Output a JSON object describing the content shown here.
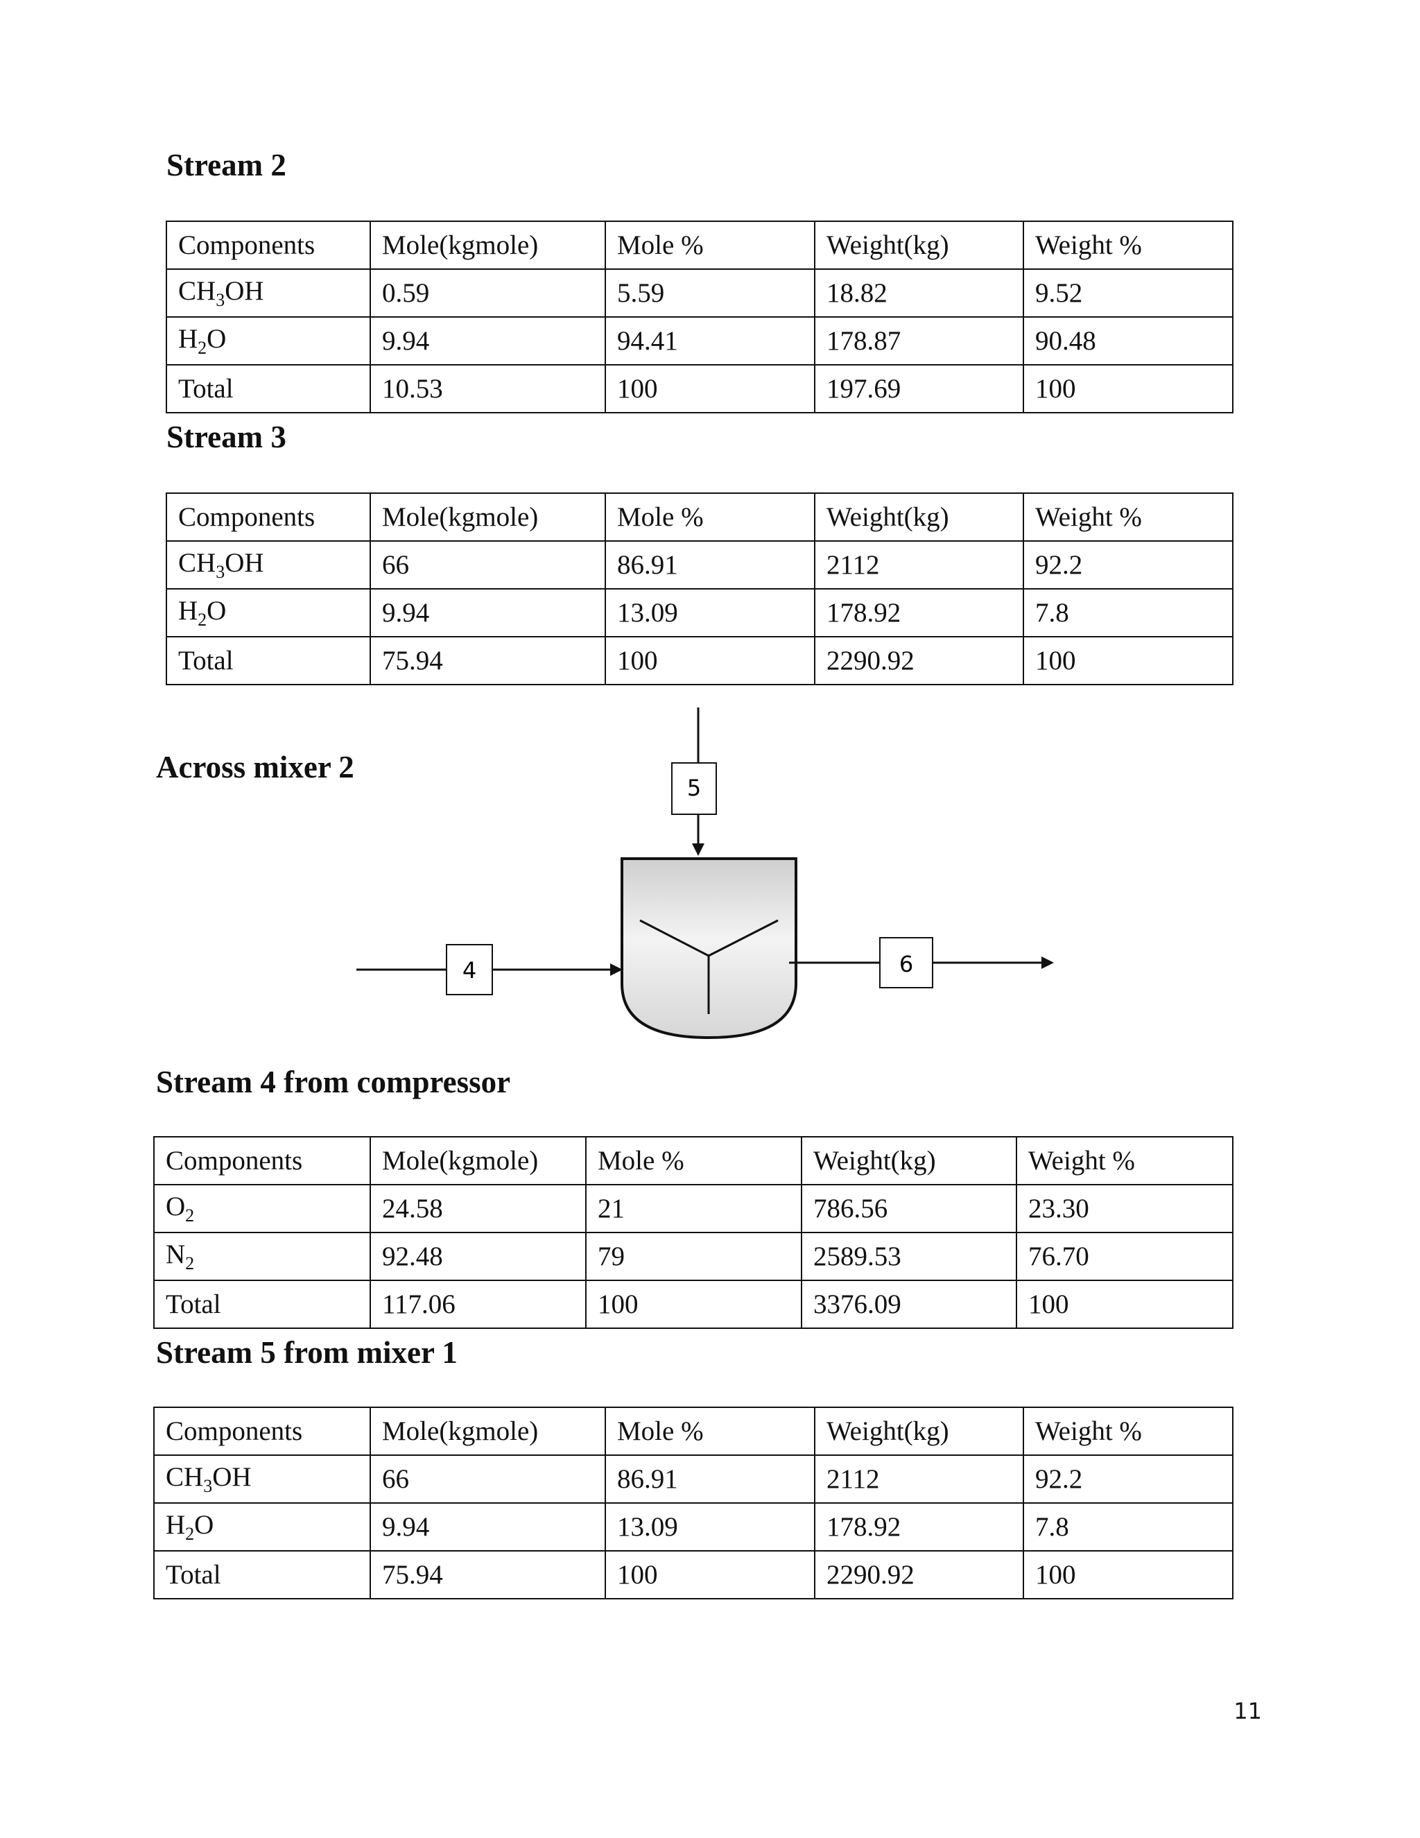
{
  "sections": [
    {
      "title": "Stream 2",
      "headers": [
        "Components",
        "Mole(kgmole)",
        "Mole %",
        "Weight(kg)",
        "Weight %"
      ],
      "rows": [
        [
          {
            "base": "CH",
            "sub": "3",
            "rest": "OH"
          },
          "0.59",
          "5.59",
          "18.82",
          "9.52"
        ],
        [
          {
            "base": "H",
            "sub": "2",
            "rest": "O"
          },
          "9.94",
          "94.41",
          "178.87",
          "90.48"
        ],
        [
          {
            "base": "Total",
            "sub": "",
            "rest": ""
          },
          "10.53",
          "100",
          "197.69",
          "100"
        ]
      ]
    },
    {
      "title": "Stream 3",
      "headers": [
        "Components",
        "Mole(kgmole)",
        "Mole %",
        "Weight(kg)",
        "Weight %"
      ],
      "rows": [
        [
          {
            "base": "CH",
            "sub": "3",
            "rest": "OH"
          },
          "66",
          "86.91",
          "2112",
          "92.2"
        ],
        [
          {
            "base": "H",
            "sub": "2",
            "rest": "O"
          },
          "9.94",
          "13.09",
          "178.92",
          "7.8"
        ],
        [
          {
            "base": "Total",
            "sub": "",
            "rest": ""
          },
          "75.94",
          "100",
          "2290.92",
          "100"
        ]
      ]
    },
    {
      "title": "Stream 4 from compressor",
      "headers": [
        "Components",
        "Mole(kgmole)",
        "Mole %",
        "Weight(kg)",
        "Weight %"
      ],
      "rows": [
        [
          {
            "base": "O",
            "sub": "2",
            "rest": ""
          },
          "24.58",
          "21",
          "786.56",
          "23.30"
        ],
        [
          {
            "base": "N",
            "sub": "2",
            "rest": ""
          },
          "92.48",
          "79",
          "2589.53",
          "76.70"
        ],
        [
          {
            "base": "Total",
            "sub": "",
            "rest": ""
          },
          "117.06",
          "100",
          "3376.09",
          "100"
        ]
      ]
    },
    {
      "title": "Stream 5 from mixer 1",
      "headers": [
        "Components",
        "Mole(kgmole)",
        "Mole %",
        "Weight(kg)",
        "Weight %"
      ],
      "rows": [
        [
          {
            "base": "CH",
            "sub": "3",
            "rest": "OH"
          },
          "66",
          "86.91",
          "2112",
          "92.2"
        ],
        [
          {
            "base": "H",
            "sub": "2",
            "rest": "O"
          },
          "9.94",
          "13.09",
          "178.92",
          "7.8"
        ],
        [
          {
            "base": "Total",
            "sub": "",
            "rest": ""
          },
          "75.94",
          "100",
          "2290.92",
          "100"
        ]
      ]
    }
  ],
  "diagram": {
    "title": "Across mixer 2",
    "streams": {
      "inlet_left": "4",
      "inlet_top": "5",
      "outlet": "6"
    }
  },
  "page_number": "11"
}
